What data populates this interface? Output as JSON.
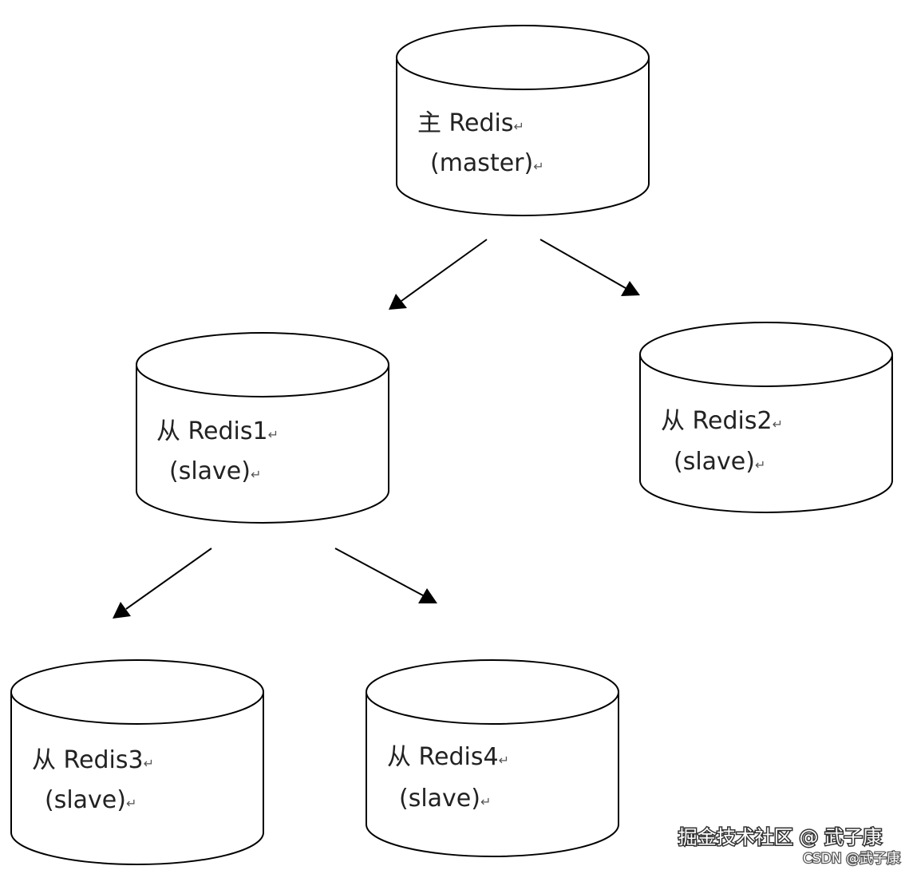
{
  "nodes": {
    "master": {
      "line1": "主 Redis",
      "line2": "(master)"
    },
    "redis1": {
      "line1": "从 Redis1",
      "line2": "(slave)"
    },
    "redis2": {
      "line1": "从 Redis2",
      "line2": "(slave)"
    },
    "redis3": {
      "line1": "从 Redis3",
      "line2": "(slave)"
    },
    "redis4": {
      "line1": "从 Redis4",
      "line2": "(slave)"
    }
  },
  "paragraph_mark": "↵",
  "edges": [
    {
      "from": "master",
      "to": "redis1"
    },
    {
      "from": "master",
      "to": "redis2"
    },
    {
      "from": "redis1",
      "to": "redis3"
    },
    {
      "from": "redis1",
      "to": "redis4"
    }
  ],
  "watermark": {
    "main": "掘金技术社区 @ 武子康",
    "sub": "CSDN @武子康"
  }
}
